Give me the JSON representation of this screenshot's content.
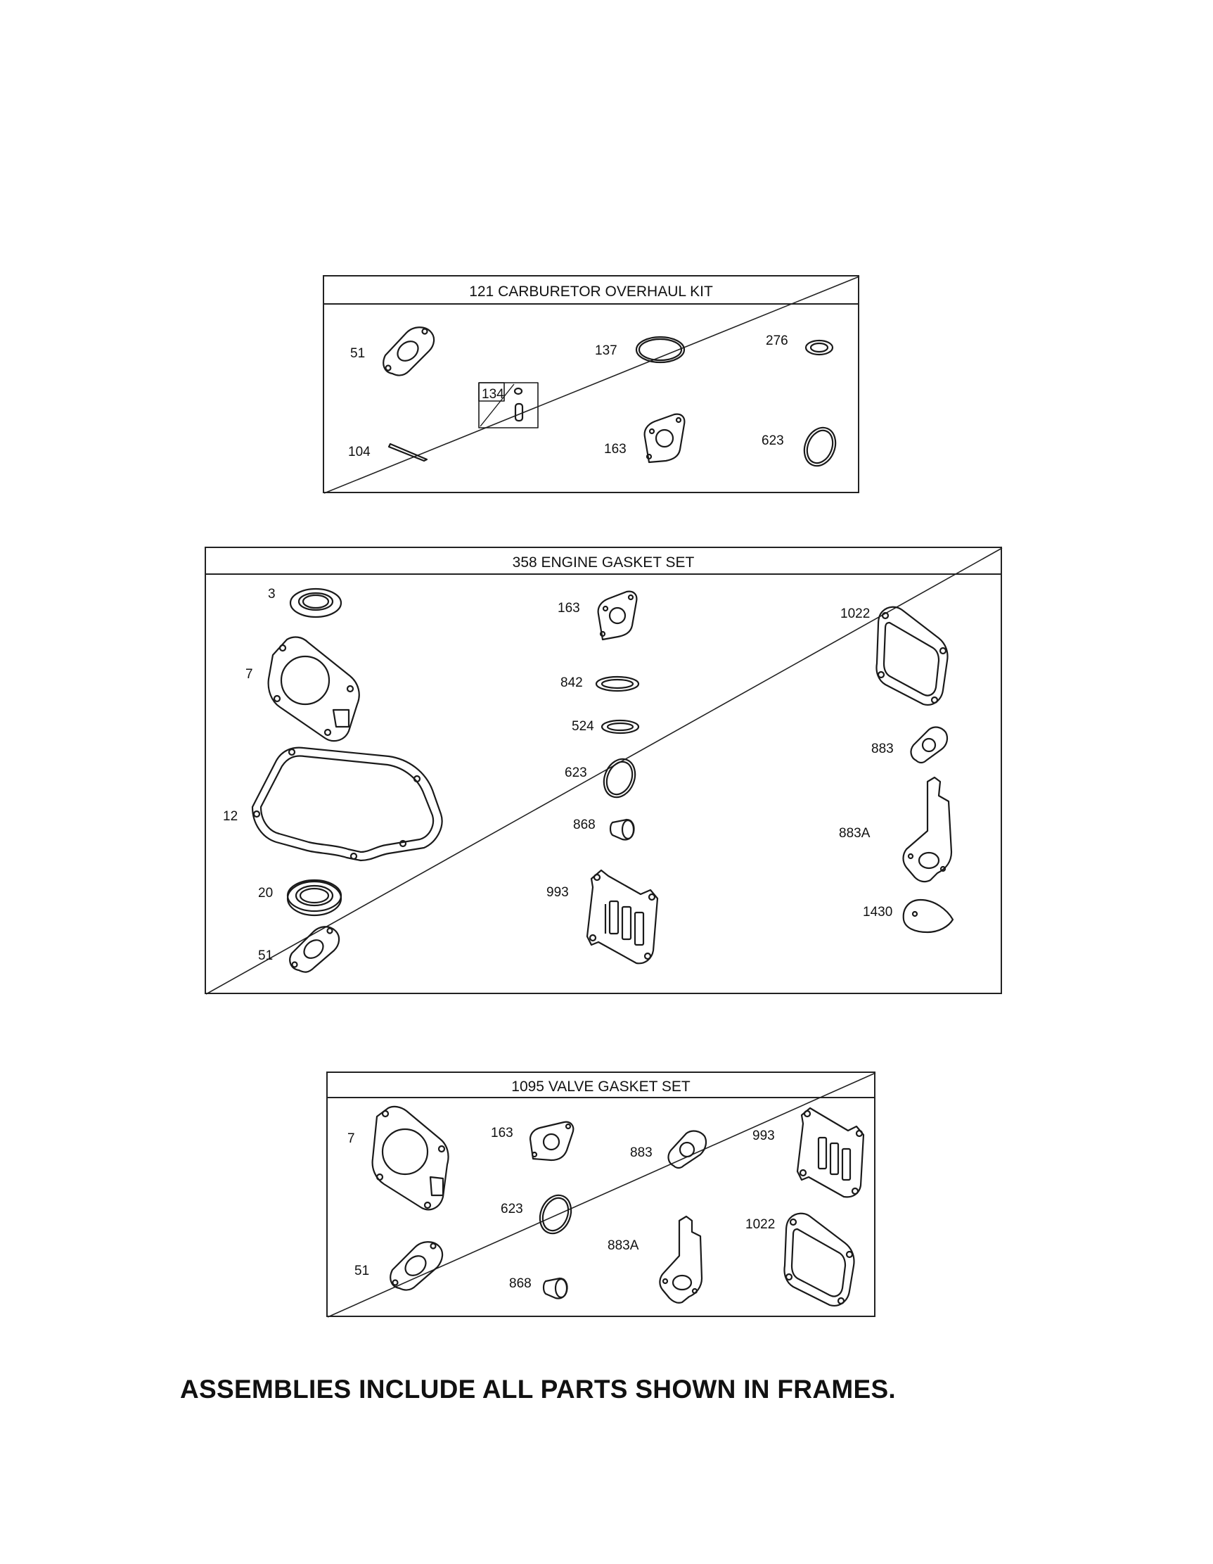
{
  "footer": {
    "note": "ASSEMBLIES INCLUDE ALL PARTS SHOWN IN FRAMES."
  },
  "frames": {
    "carb": {
      "title": "121 CARBURETOR OVERHAUL KIT",
      "labels": {
        "p51": "51",
        "p137": "137",
        "p276": "276",
        "p134": "134",
        "p104": "104",
        "p163": "163",
        "p623": "623"
      }
    },
    "engine": {
      "title": "358 ENGINE GASKET SET",
      "labels": {
        "p3": "3",
        "p7": "7",
        "p12": "12",
        "p20": "20",
        "p51": "51",
        "p163": "163",
        "p842": "842",
        "p524": "524",
        "p623": "623",
        "p868": "868",
        "p993": "993",
        "p1022": "1022",
        "p883": "883",
        "p883a": "883A",
        "p1430": "1430"
      }
    },
    "valve": {
      "title": "1095 VALVE GASKET SET",
      "labels": {
        "p7": "7",
        "p51": "51",
        "p163": "163",
        "p623": "623",
        "p868": "868",
        "p883": "883",
        "p883a": "883A",
        "p993": "993",
        "p1022": "1022"
      }
    }
  }
}
